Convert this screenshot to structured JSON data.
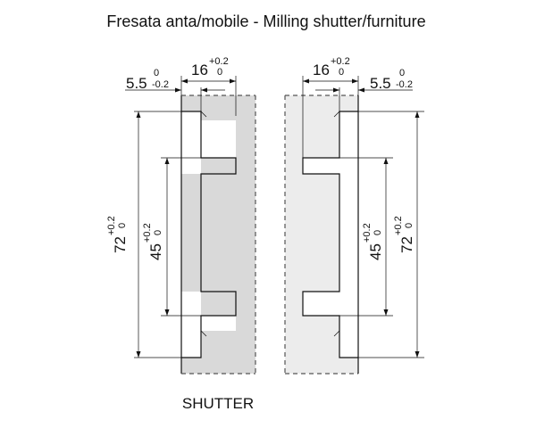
{
  "title": "Fresata anta/mobile - Milling shutter/furniture",
  "caption": "SHUTTER",
  "colors": {
    "shutter_fill": "#d9d9d9",
    "furniture_fill": "#ececec",
    "line": "#111111"
  },
  "left": {
    "dim_16": {
      "main": "16",
      "upper": "+0.2",
      "lower": "0"
    },
    "dim_5_5": {
      "main": "5.5",
      "upper": "0",
      "lower": "-0.2"
    },
    "dim_72": {
      "main": "72",
      "upper": "+0.2",
      "lower": "0"
    },
    "dim_45": {
      "main": "45",
      "upper": "+0.2",
      "lower": "0"
    }
  },
  "right": {
    "dim_16": {
      "main": "16",
      "upper": "+0.2",
      "lower": "0"
    },
    "dim_5_5": {
      "main": "5.5",
      "upper": "0",
      "lower": "-0.2"
    },
    "dim_72": {
      "main": "72",
      "upper": "+0.2",
      "lower": "0"
    },
    "dim_45": {
      "main": "45",
      "upper": "+0.2",
      "lower": "0"
    }
  }
}
